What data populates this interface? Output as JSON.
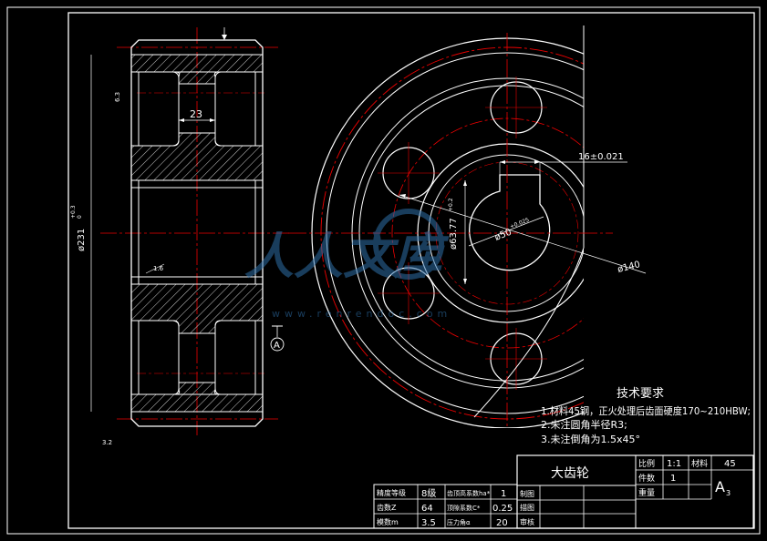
{
  "drawing": {
    "title": "大齿轮",
    "dimensions": {
      "face_width": "23",
      "root_dia_label": "ø231",
      "root_dia_tol_upper": "+0.3",
      "root_dia_tol_lower": "0",
      "roughness_top": "6.3",
      "roughness_mid": "1.6",
      "roughness_bottom": "3.2",
      "keyway_width": "16±0.021",
      "hub_dia": "ø63.77",
      "hub_dia_tol": "+0.2",
      "bore_dia": "ø50",
      "bore_dia_tol": "+0.025",
      "hole_circle": "ø140"
    },
    "datum_label": "A",
    "watermark_text": "人人文库",
    "watermark_url": "www.renrendoc.com"
  },
  "tech_requirements": {
    "heading": "技术要求",
    "items": [
      "1.材料45钢，正火处理后齿面硬度170~210HBW;",
      "2.未注圆角半径R3;",
      "3.未注倒角为1.5x45°"
    ]
  },
  "title_block": {
    "part_name": "大齿轮",
    "scale_label": "比例",
    "scale_value": "1:1",
    "material_label": "材料",
    "material_value": "45",
    "qty_label": "件数",
    "qty_value": "1",
    "weight_label": "重量",
    "sheet_size": "A",
    "sheet_size_sub": "3",
    "rows": [
      {
        "label": "制图"
      },
      {
        "label": "描图"
      },
      {
        "label": "审核"
      }
    ]
  },
  "param_table": [
    {
      "label1": "精度等级",
      "value1": "8级",
      "label2": "齿顶高系数ha*",
      "value2": "1"
    },
    {
      "label1": "齿数Z",
      "value1": "64",
      "label2": "顶隙系数C*",
      "value2": "0.25"
    },
    {
      "label1": "模数m",
      "value1": "3.5",
      "label2": "压力角α",
      "value2": "20"
    }
  ]
}
